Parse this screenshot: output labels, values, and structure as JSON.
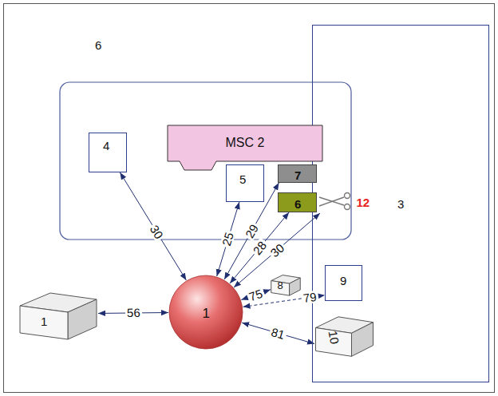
{
  "diagram": {
    "nodes": [
      {
        "text": [
          "6"
        ]
      },
      {
        "text": [
          "3"
        ],
        "in": 0
      },
      {
        "text": [
          "4"
        ],
        "in": 0
      },
      {
        "text": [
          "MSC 2"
        ],
        "in": 0
      },
      {
        "text": [
          "5"
        ],
        "in": 0
      },
      {
        "text": [
          "7"
        ],
        "in": 0
      },
      {
        "text": [
          "6"
        ],
        "in": 0
      },
      {
        "text": [
          "1"
        ],
        "in": 0
      },
      {
        "text": [
          "1"
        ],
        "in": 0
      },
      {
        "text": [
          "8"
        ],
        "in": 0
      },
      {
        "text": [
          "9"
        ],
        "in": 1
      },
      {
        "text": [
          "10"
        ],
        "in": 1
      }
    ],
    "edges": [
      {
        "from": 7,
        "to": 2,
        "arrow": "both",
        "label": "30"
      },
      {
        "from": 7,
        "to": 4,
        "arrow": "both",
        "label": "25"
      },
      {
        "from": 7,
        "to": 5,
        "arrow": "both",
        "label": "29"
      },
      {
        "from": 7,
        "to": 6,
        "arrow": "both",
        "label": "28"
      },
      {
        "from": 7,
        "to": 9,
        "arrow": "both",
        "label": "75"
      },
      {
        "from": 7,
        "to": 10,
        "arrow": "both",
        "label": "79"
      },
      {
        "from": 7,
        "to": 11,
        "arrow": "both",
        "label": "81"
      },
      {
        "from": 8,
        "to": 7,
        "arrow": "both",
        "label": "56"
      }
    ],
    "labels": [
      "30",
      "12"
    ]
  }
}
